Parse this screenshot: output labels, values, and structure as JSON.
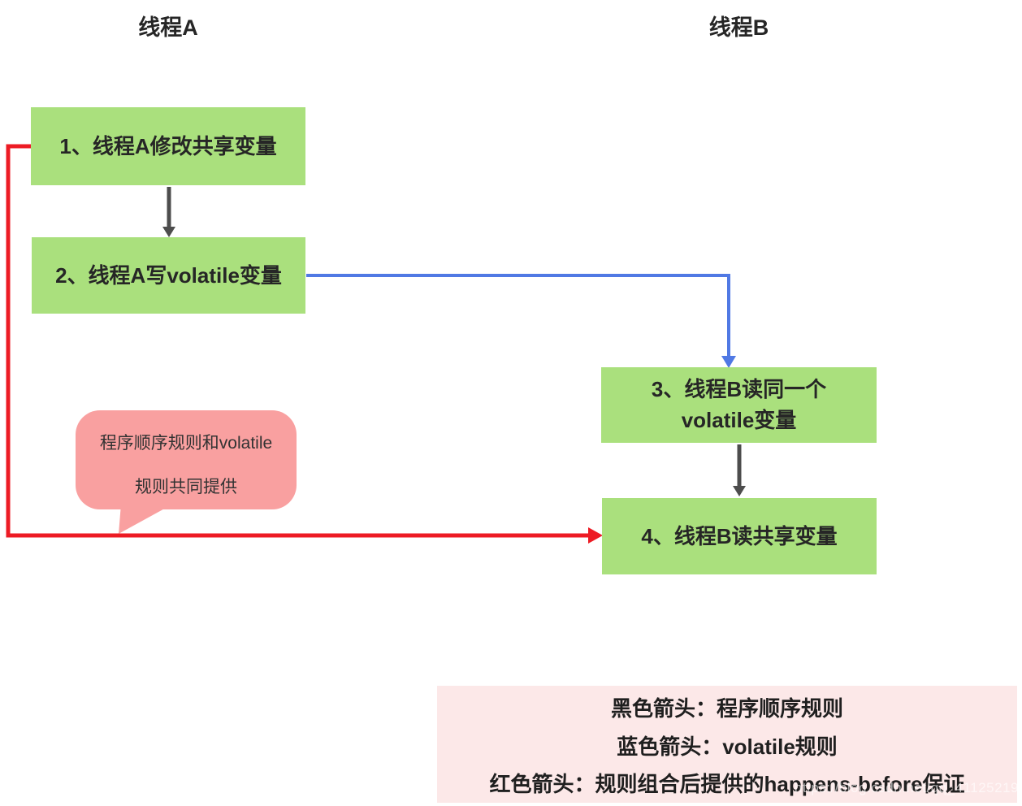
{
  "titles": {
    "thread_a": "线程A",
    "thread_b": "线程B"
  },
  "boxes": {
    "box1": {
      "label": "1、线程A修改共享变量"
    },
    "box2": {
      "label": "2、线程A写volatile变量"
    },
    "box3": {
      "line1": "3、线程B读同一个",
      "line2": "volatile变量"
    },
    "box4": {
      "label": "4、线程B读共享变量"
    }
  },
  "callout": {
    "line1": "程序顺序规则和volatile",
    "line2": "规则共同提供"
  },
  "legend": {
    "line1": "黑色箭头：程序顺序规则",
    "line2": "蓝色箭头：volatile规则",
    "line3": "红色箭头：规则组合后提供的happens-before保证"
  },
  "watermark": "https://blog.csdn.net/qq_41125219",
  "colors": {
    "box_green": "#AAE07D",
    "callout_pink": "#F9A0A0",
    "legend_pink": "#FCE8E8",
    "arrow_black": "#4D4D4D",
    "arrow_blue": "#5079E4",
    "arrow_red": "#ED1B24",
    "text_dark": "#262626"
  },
  "edges": {
    "black1": {
      "from": "box1",
      "to": "box2",
      "color": "#4D4D4D"
    },
    "blue1": {
      "from": "box2",
      "to": "box3",
      "color": "#5079E4"
    },
    "black2": {
      "from": "box3",
      "to": "box4",
      "color": "#4D4D4D"
    },
    "red1": {
      "from": "box1",
      "to": "box4",
      "color": "#ED1B24"
    }
  }
}
